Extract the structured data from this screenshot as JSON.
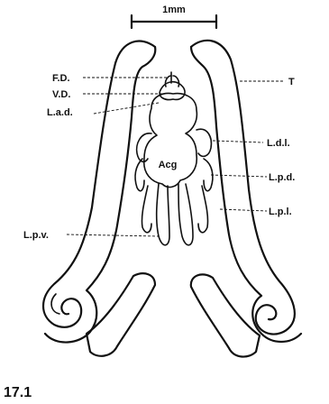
{
  "scale_bar": {
    "label": "1mm"
  },
  "labels": {
    "fd": "F.D.",
    "vd": "V.D.",
    "lad": "L.a.d.",
    "t": "T",
    "ldl": "L.d.l.",
    "acg": "Acg",
    "lpd": "L.p.d.",
    "lpl": "L.p.l.",
    "lpv": "L.p.v."
  },
  "figure_number": "17.1"
}
